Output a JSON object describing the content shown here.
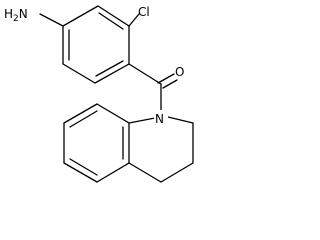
{
  "molecule": {
    "atoms": {
      "amine": {
        "text": "H",
        "subscript": "2",
        "text2": "N"
      },
      "chlorine": "Cl",
      "oxygen": "O",
      "nitrogen": "N"
    },
    "colors": {
      "line": "#000000",
      "background": "#ffffff"
    }
  }
}
